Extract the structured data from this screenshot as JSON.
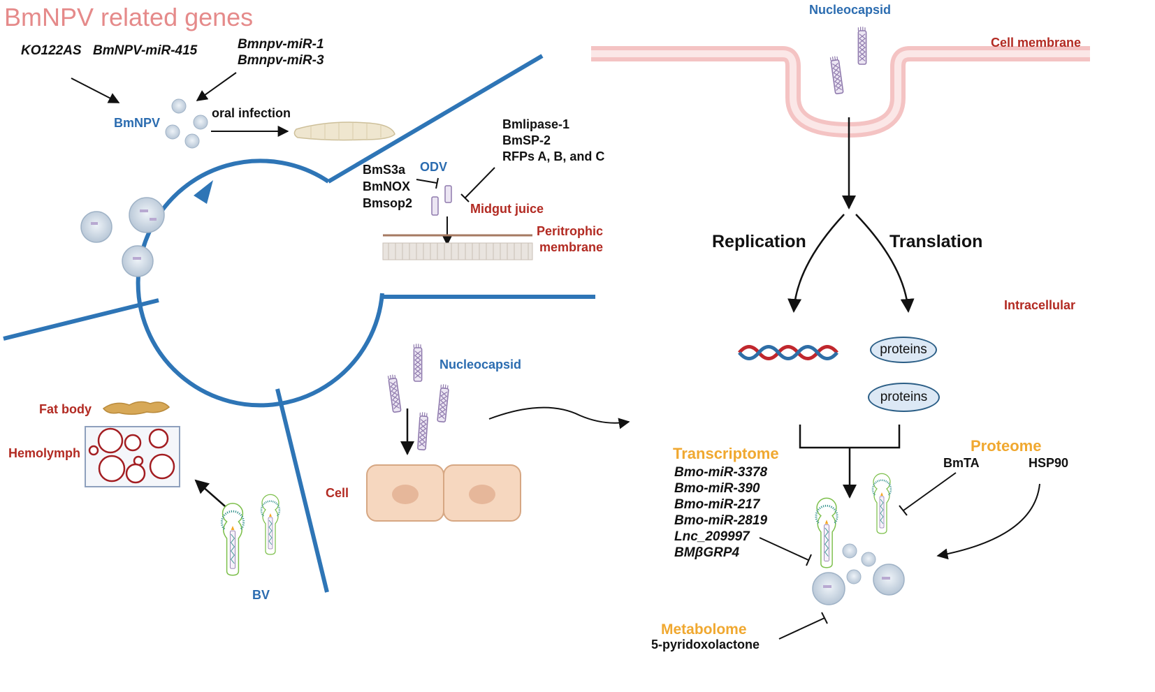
{
  "title": "BmNPV related genes",
  "left": {
    "gene_k": "KO122AS",
    "gene_m415": "BmNPV-miR-415",
    "gene_mir": [
      "Bmnpv-miR-1",
      "Bmnpv-miR-3"
    ],
    "bmnpv": "BmNPV",
    "oral": "oral infection",
    "odv": "ODV",
    "inhibitors_left": [
      "BmS3a",
      "BmNOX",
      "Bmsop2"
    ],
    "inhibitors_right": [
      "Bmlipase-1",
      "BmSP-2",
      "RFPs A, B, and C"
    ],
    "midgut": "Midgut juice",
    "peritrophic": [
      "Peritrophic",
      "membrane"
    ],
    "nucleocapsid": "Nucleocapsid",
    "cell": "Cell",
    "fatbody": "Fat body",
    "hemolymph": "Hemolymph",
    "bv": "BV"
  },
  "right": {
    "nucleocapsid": "Nucleocapsid",
    "membrane": "Cell membrane",
    "replication": "Replication",
    "translation": "Translation",
    "intracellular": "Intracellular",
    "protein1": "proteins",
    "protein2": "proteins",
    "transcriptome": "Transcriptome",
    "transcriptome_genes": [
      "Bmo-miR-3378",
      "Bmo-miR-390",
      "Bmo-miR-217",
      "Bmo-miR-2819",
      "Lnc_209997",
      "BMβGRP4"
    ],
    "proteome": "Proteome",
    "proteome_genes": [
      "BmTA",
      "HSP90"
    ],
    "metabolome": "Metabolome",
    "metabolite": "5-pyridoxolactone"
  },
  "colors": {
    "blue": "#2b6cb0",
    "red": "#b22a22",
    "orange": "#f0a830",
    "title": "#e58a8a"
  }
}
